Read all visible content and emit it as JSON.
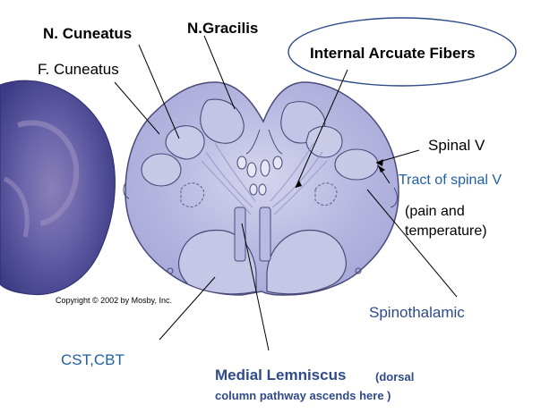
{
  "labels": {
    "n_cuneatus": "N. Cuneatus",
    "n_gracilis": "N.Gracilis",
    "f_cuneatus": "F. Cuneatus",
    "internal_arcuate": "Internal Arcuate Fibers",
    "spinal_v": "Spinal V",
    "tract_spinal_v": "Tract of spinal V",
    "pain_line1": "(pain and",
    "pain_line2": "temperature)",
    "spinothalamic": "Spinothalamic",
    "cst_cbt": "CST,CBT",
    "medial_lemniscus": "Medial Lemniscus",
    "dorsal_note_1": "(dorsal",
    "dorsal_note_2": "column pathway ascends here )",
    "copyright": "Copyright © 2002 by Mosby, Inc."
  },
  "colors": {
    "tissue": "#aeb0dc",
    "tissue_dark": "#8e90c8",
    "tissue_light": "#c9cbe9",
    "side_tissue": "#5a5aa0",
    "label_blue": "#1f5fa3",
    "label_navy": "#2e4a8a"
  }
}
